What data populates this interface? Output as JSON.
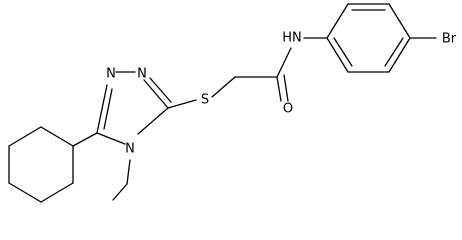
{
  "atoms": {
    "n_top_left": "N",
    "n_top_right": "N",
    "n_ring_bottom": "N",
    "sulfur": "S",
    "oxygen": "O",
    "amide_nh": "HN",
    "bromine": "Br"
  }
}
